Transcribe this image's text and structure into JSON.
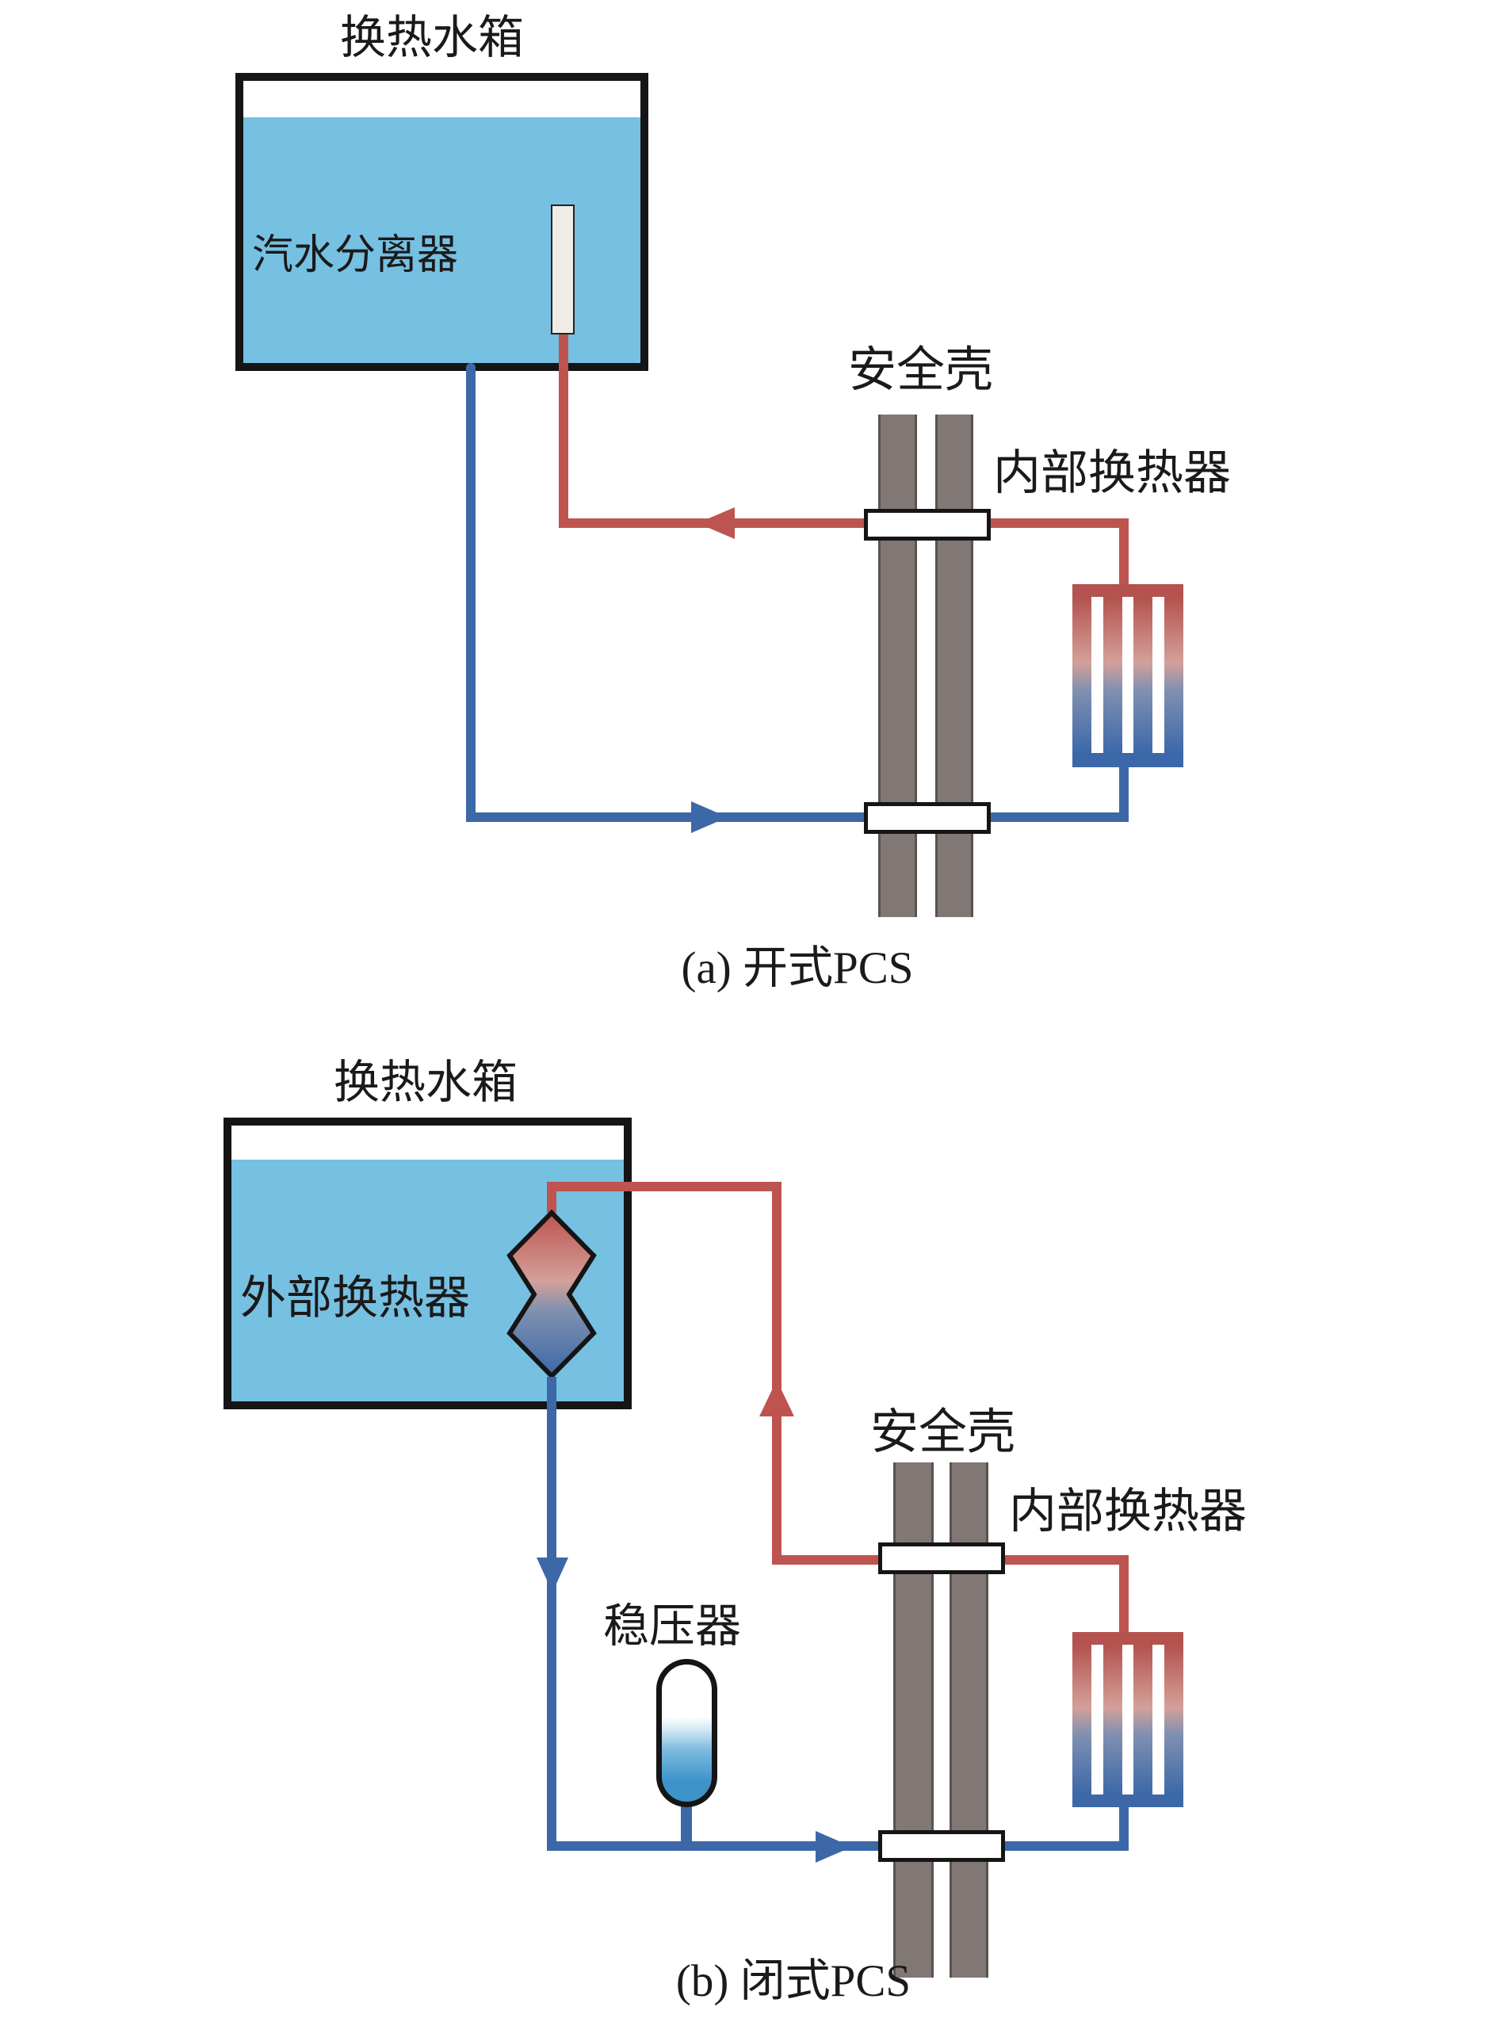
{
  "figure": {
    "colors": {
      "bg": "#ffffff",
      "hot": "#be5450",
      "cold": "#3c68a8",
      "water": "#76c0e2",
      "wall": "#817774",
      "hx-hot": "#b3524e",
      "hx-cold": "#3c68a9",
      "fin-warm": "#d3a099",
      "fin-cool": "#8090b0",
      "sep": "#efece6",
      "pzr-water": "#3f93cb",
      "pzr-light": "#cfe7f4",
      "outline": "#151515",
      "text": "#1a1a1a"
    },
    "diagram_a": {
      "caption": "(a) 开式PCS",
      "tank_label": "换热水箱",
      "separator_label": "汽水分离器",
      "containment_label": "安全壳",
      "internal_hx_label": "内部换热器"
    },
    "diagram_b": {
      "caption": "(b) 闭式PCS",
      "tank_label": "换热水箱",
      "external_hx_label": "外部换热器",
      "containment_label": "安全壳",
      "internal_hx_label": "内部换热器",
      "pressurizer_label": "稳压器"
    }
  }
}
